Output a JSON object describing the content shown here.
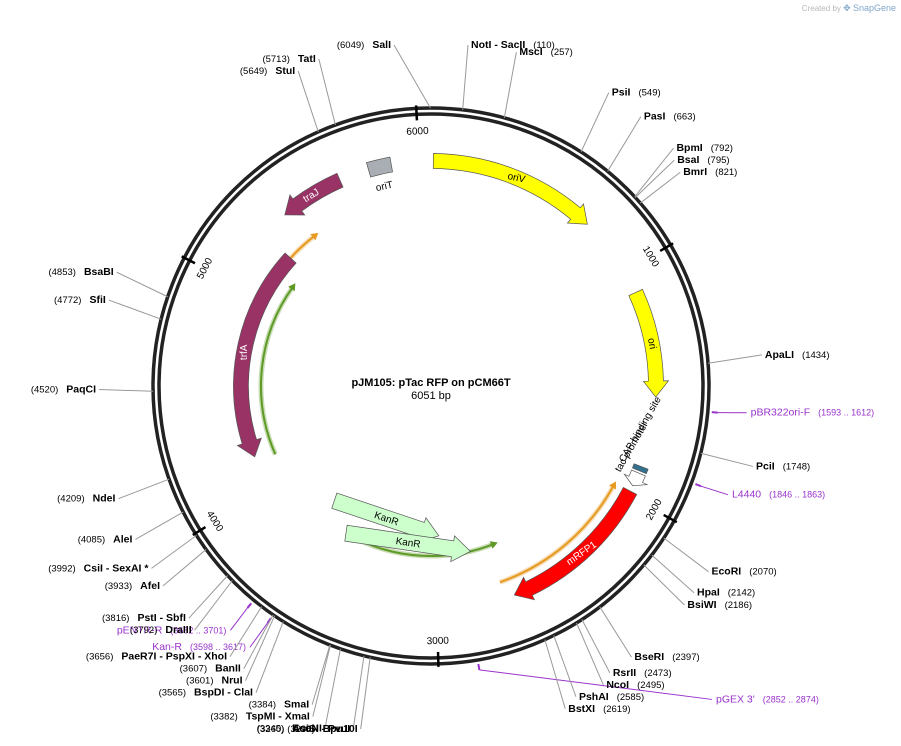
{
  "credit": {
    "prefix": "Created by",
    "brand": "SnapGene"
  },
  "plasmid": {
    "name": "pJM105: pTac RFP on pCM66T",
    "length_label": "6051 bp",
    "length": 6051
  },
  "ticks": [
    {
      "pos": 1000,
      "label": "1000"
    },
    {
      "pos": 2000,
      "label": "2000"
    },
    {
      "pos": 3000,
      "label": "3000"
    },
    {
      "pos": 4000,
      "label": "4000"
    },
    {
      "pos": 5000,
      "label": "5000"
    },
    {
      "pos": 6000,
      "label": "6000"
    }
  ],
  "features": [
    {
      "id": "oriV",
      "label": "oriV",
      "start": 10,
      "end": 740,
      "dir": 1,
      "color": "#ffff00",
      "ring": 4,
      "shape": "arrow",
      "labelColor": "#000000"
    },
    {
      "id": "ori",
      "label": "ori",
      "start": 1100,
      "end": 1560,
      "dir": 1,
      "color": "#ffff00",
      "ring": 4,
      "shape": "arrow",
      "labelColor": "#000000"
    },
    {
      "id": "cap",
      "label": "CAP binding site",
      "start": 1865,
      "end": 1885,
      "dir": 0,
      "color": "#31708f",
      "ring": 4,
      "shape": "box",
      "labelColor": "#000000"
    },
    {
      "id": "tac",
      "label": "tac promoter",
      "start": 1895,
      "end": 1955,
      "dir": 1,
      "color": "#ffffff",
      "ring": 4,
      "shape": "arrow",
      "labelColor": "#000000"
    },
    {
      "id": "mRFP1",
      "label": "mRFP1",
      "start": 1980,
      "end": 2660,
      "dir": 1,
      "color": "#ff0000",
      "ring": 4,
      "shape": "arrow",
      "labelColor": "#ffffff"
    },
    {
      "id": "kanr1",
      "label": "KanR",
      "start": 3700,
      "end": 2975,
      "dir": 1,
      "color": "#ccffcc",
      "ring": 0,
      "shape": "arrow",
      "labelColor": "#000000",
      "chord": true
    },
    {
      "id": "kanr2",
      "label": "KanR",
      "start": 3530,
      "end": 2800,
      "dir": 1,
      "color": "#ccffcc",
      "ring": 1,
      "shape": "arrow",
      "labelColor": "#000000",
      "chord": true
    },
    {
      "id": "trfA",
      "label": "trfA",
      "start": 5250,
      "end": 4170,
      "dir": -1,
      "color": "#993366",
      "ring": 2,
      "shape": "arrow",
      "labelColor": "#ffffff"
    },
    {
      "id": "traJ",
      "label": "traJ",
      "start": 5650,
      "end": 5370,
      "dir": -1,
      "color": "#993366",
      "ring": 4,
      "shape": "arrow",
      "labelColor": "#ffffff"
    },
    {
      "id": "oriT",
      "label": "oriT",
      "start": 5780,
      "end": 5880,
      "dir": 0,
      "color": "#a9aeb5",
      "ring": 4,
      "shape": "box",
      "labelColor": "#000000"
    }
  ],
  "orfs": [
    {
      "start": 3490,
      "end": 2660,
      "dir": -1,
      "color": "#5e9a26",
      "ring": 1
    },
    {
      "start": 4140,
      "end": 5140,
      "dir": 1,
      "color": "#5e9a26",
      "ring": 1
    },
    {
      "start": 2700,
      "end": 1990,
      "dir": -1,
      "color": "#e69a22",
      "ring": 3
    },
    {
      "start": 4330,
      "end": 5420,
      "dir": 1,
      "color": "#e69a22",
      "ring": 2
    }
  ],
  "primers": [
    {
      "name": "pBR322ori-F",
      "range": "(1593 .. 1612)",
      "pos": 1602
    },
    {
      "name": "L4440",
      "range": "(1846 .. 1863)",
      "pos": 1855
    },
    {
      "name": "pGEX 3'",
      "range": "(2852 .. 2874)",
      "pos": 2863
    },
    {
      "name": "Kan-R",
      "range": "(3598 .. 3617)",
      "pos": 3607
    },
    {
      "name": "pENTR-R",
      "range": "(3682 .. 3701)",
      "pos": 3691
    }
  ],
  "sites": [
    {
      "pos": 6049,
      "num": "(6049)",
      "name": "SalI"
    },
    {
      "pos": 110,
      "num": "(110)",
      "name": "NotI - SacII"
    },
    {
      "pos": 257,
      "num": "(257)",
      "name": "MscI"
    },
    {
      "pos": 549,
      "num": "(549)",
      "name": "PsiI"
    },
    {
      "pos": 663,
      "num": "(663)",
      "name": "PasI"
    },
    {
      "pos": 792,
      "num": "(792)",
      "name": "BpmI"
    },
    {
      "pos": 795,
      "num": "(795)",
      "name": "BsaI"
    },
    {
      "pos": 821,
      "num": "(821)",
      "name": "BmrI"
    },
    {
      "pos": 1434,
      "num": "(1434)",
      "name": "ApaLI"
    },
    {
      "pos": 1748,
      "num": "(1748)",
      "name": "PciI"
    },
    {
      "pos": 2070,
      "num": "(2070)",
      "name": "EcoRI"
    },
    {
      "pos": 2142,
      "num": "(2142)",
      "name": "HpaI"
    },
    {
      "pos": 2186,
      "num": "(2186)",
      "name": "BsiWI"
    },
    {
      "pos": 2397,
      "num": "(2397)",
      "name": "BseRI"
    },
    {
      "pos": 2473,
      "num": "(2473)",
      "name": "RsrII"
    },
    {
      "pos": 2495,
      "num": "(2495)",
      "name": "NcoI"
    },
    {
      "pos": 2585,
      "num": "(2585)",
      "name": "PshAI"
    },
    {
      "pos": 2619,
      "num": "(2619)",
      "name": "BstXI"
    },
    {
      "pos": 3238,
      "num": "(3238)",
      "name": "Bpu10I"
    },
    {
      "pos": 3260,
      "num": "(3260)",
      "name": "AsiSI - PvuI"
    },
    {
      "pos": 3345,
      "num": "(3345)",
      "name": "EcoNI"
    },
    {
      "pos": 3382,
      "num": "(3382)",
      "name": "TspMI - XmaI"
    },
    {
      "pos": 3384,
      "num": "(3384)",
      "name": "SmaI"
    },
    {
      "pos": 3565,
      "num": "(3565)",
      "name": "BspDI - ClaI"
    },
    {
      "pos": 3601,
      "num": "(3601)",
      "name": "NruI"
    },
    {
      "pos": 3607,
      "num": "(3607)",
      "name": "BanII"
    },
    {
      "pos": 3656,
      "num": "(3656)",
      "name": "PaeR7I - PspXI - XhoI"
    },
    {
      "pos": 3792,
      "num": "(3792)",
      "name": "DraIII"
    },
    {
      "pos": 3816,
      "num": "(3816)",
      "name": "PstI - SbfI"
    },
    {
      "pos": 3933,
      "num": "(3933)",
      "name": "AfeI"
    },
    {
      "pos": 3992,
      "num": "(3992)",
      "name": "CsiI - SexAI *"
    },
    {
      "pos": 4085,
      "num": "(4085)",
      "name": "AleI"
    },
    {
      "pos": 4209,
      "num": "(4209)",
      "name": "NdeI"
    },
    {
      "pos": 4520,
      "num": "(4520)",
      "name": "PaqCI"
    },
    {
      "pos": 4772,
      "num": "(4772)",
      "name": "SfiI"
    },
    {
      "pos": 4853,
      "num": "(4853)",
      "name": "BsaBI"
    },
    {
      "pos": 5649,
      "num": "(5649)",
      "name": "StuI"
    },
    {
      "pos": 5713,
      "num": "(5713)",
      "name": "TatI"
    }
  ]
}
